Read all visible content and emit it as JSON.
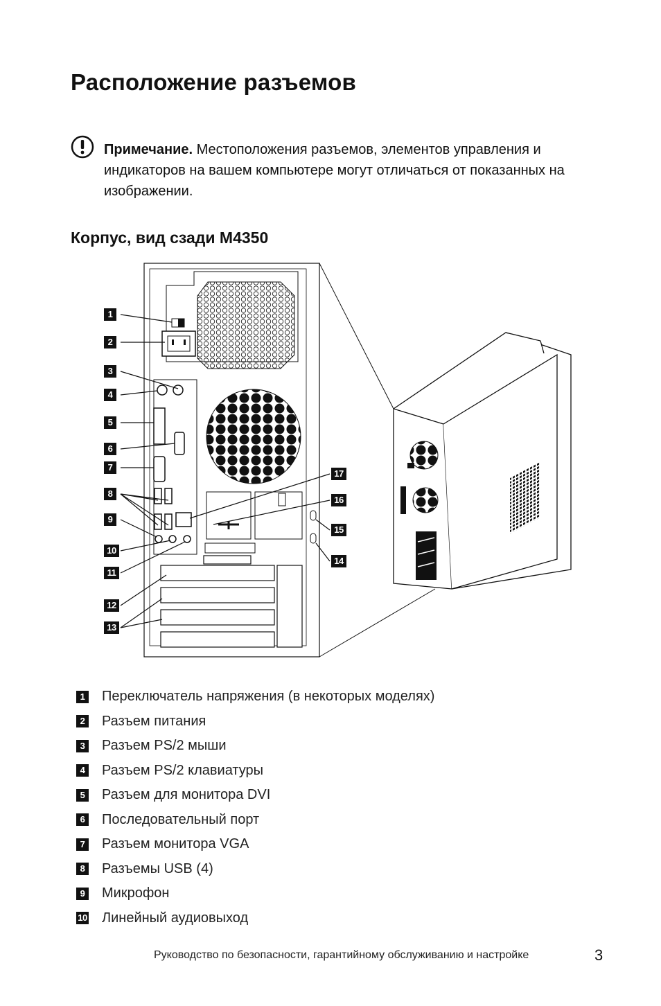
{
  "page_title": "Расположение разъемов",
  "note": {
    "label": "Примечание.",
    "text": "Местоположения разъемов, элементов управления и индикаторов на вашем компьютере могут отличаться от показанных на изображении."
  },
  "subtitle": "Корпус, вид сзади M4350",
  "callouts": [
    "1",
    "2",
    "3",
    "4",
    "5",
    "6",
    "7",
    "8",
    "9",
    "10",
    "11",
    "12",
    "13",
    "14",
    "15",
    "16",
    "17"
  ],
  "legend": [
    {
      "num": "1",
      "label": "Переключатель напряжения (в некоторых моделях)"
    },
    {
      "num": "2",
      "label": "Разъем питания"
    },
    {
      "num": "3",
      "label": "Разъем PS/2 мыши"
    },
    {
      "num": "4",
      "label": "Разъем PS/2 клавиатуры"
    },
    {
      "num": "5",
      "label": "Разъем для монитора DVI"
    },
    {
      "num": "6",
      "label": "Последовательный порт"
    },
    {
      "num": "7",
      "label": "Разъем монитора VGA"
    },
    {
      "num": "8",
      "label": "Разъемы USB (4)"
    },
    {
      "num": "9",
      "label": "Микрофон"
    },
    {
      "num": "10",
      "label": "Линейный аудиовыход"
    }
  ],
  "footer": "Руководство по безопасности, гарантийному обслуживанию и настройке",
  "page_number": "3"
}
